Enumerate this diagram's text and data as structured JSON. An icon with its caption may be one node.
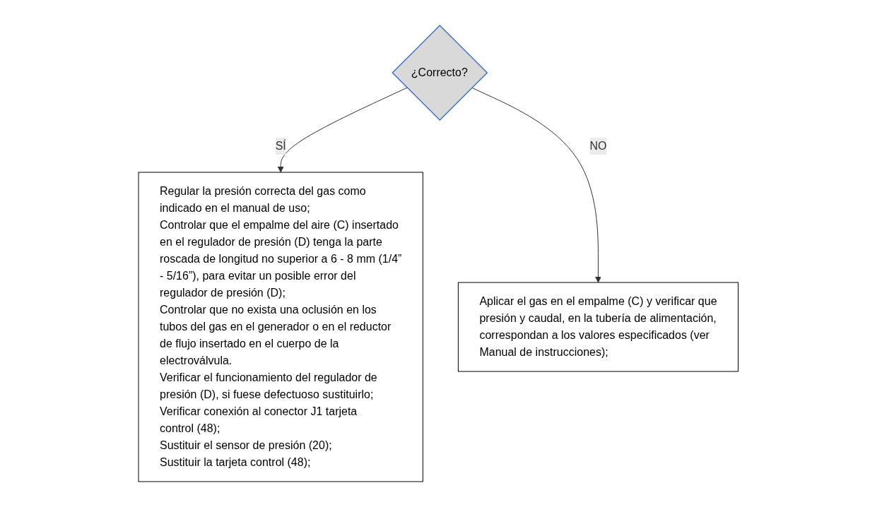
{
  "diagram": {
    "nodes": [
      {
        "text": [
          "¿Correcto?"
        ]
      },
      {
        "text": [
          "Regular la presión correcta del gas como indicado en el manual de uso;",
          "Controlar que el empalme del aire (C) insertado en el regulador de presión (D) tenga la parte roscada de longitud no superior a 6 - 8 mm (1/4” - 5/16”), para evitar un posible error del regulador de presión (D);",
          "Controlar que no exista una oclusión en los tubos del gas en el generador o en el reductor de flujo insertado en el cuerpo de la electroválvula.",
          "Verificar el funcionamiento del regulador de presión (D), si fuese defectuoso sustituirlo;",
          "Verificar conexión al conector J1 tarjeta control (48);",
          "Sustituir el sensor de presión (20);",
          "Sustituir la tarjeta control (48);"
        ]
      },
      {
        "text": [
          "Aplicar el gas en el empalme (C) y verificar que presión y caudal, en la tubería de alimentación, correspondan a los valores especificados (ver Manual de instrucciones);"
        ]
      }
    ],
    "edges": [
      {
        "from": 0,
        "to": 1,
        "arrow": "to",
        "label": "SÍ"
      },
      {
        "from": 0,
        "to": 2,
        "arrow": "to",
        "label": "NO"
      }
    ]
  }
}
